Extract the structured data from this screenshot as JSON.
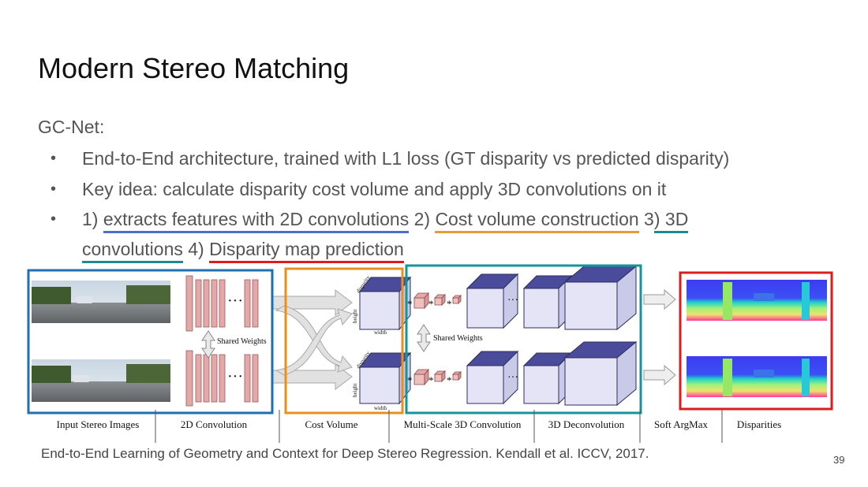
{
  "slide": {
    "title": "Modern Stereo Matching",
    "subtitle": "GC-Net:",
    "bullet_marker": "•",
    "bullet1": "End-to-End architecture, trained with L1 loss (GT disparity vs predicted disparity)",
    "bullet2": "Key idea: calculate disparity cost volume and apply 3D convolutions on it",
    "bullet3": {
      "p1": "1) ",
      "u1": "extracts features with 2D convolutions",
      "p2": " 2) ",
      "u2": "Cost volume construction",
      "p3": " 3",
      "u3a": ") 3D",
      "u3b": "convolutions",
      "p4": " 4) ",
      "u4": "Disparity map prediction"
    },
    "citation": "End-to-End Learning of Geometry and Context for Deep Stereo Regression. Kendall et al. ICCV, 2017.",
    "page_number": "39"
  },
  "diagram": {
    "shared_weights_2d": "Shared Weights",
    "shared_weights_3d": "Shared Weights",
    "axis_disparity": "disparity",
    "axis_height": "height",
    "axis_width": "width",
    "ellipsis": "···",
    "conv_star": "*",
    "stage_labels": [
      "Input Stereo Images",
      "2D Convolution",
      "Cost Volume",
      "Multi-Scale 3D Convolution",
      "3D Deconvolution",
      "Soft ArgMax",
      "Disparities"
    ],
    "colors": {
      "blue_box": "#1f6fb2",
      "orange_box": "#e8901c",
      "teal_box": "#17939a",
      "red_box": "#e01b1b",
      "feature_map": "#e3a9a9",
      "cube_front": "#e4e4f6",
      "cube_top": "#4b4b9c",
      "cube_side": "#c9c9e8"
    }
  }
}
